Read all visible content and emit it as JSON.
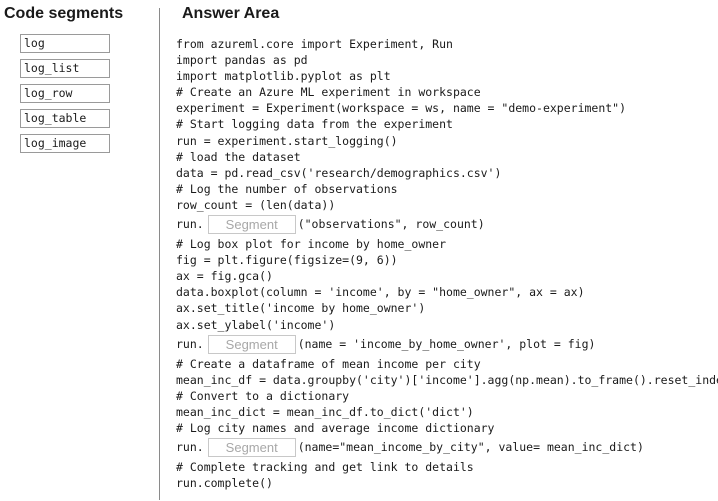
{
  "left_panel": {
    "heading": "Code segments",
    "segments": [
      "log",
      "log_list",
      "log_row",
      "log_table",
      "log_image"
    ]
  },
  "right_panel": {
    "heading": "Answer Area",
    "slot_placeholder": "Segment",
    "lines": [
      "from azureml.core import Experiment, Run",
      "import pandas as pd",
      "import matplotlib.pyplot as plt",
      "# Create an Azure ML experiment in workspace",
      "experiment = Experiment(workspace = ws, name = \"demo-experiment\")",
      "# Start logging data from the experiment",
      "run = experiment.start_logging()",
      "# load the dataset",
      "data = pd.read_csv('research/demographics.csv')",
      "# Log the number of observations",
      "row_count = (len(data))",
      "run.",
      "(\"observations\", row_count)",
      "# Log box plot for income by home_owner",
      "fig = plt.figure(figsize=(9, 6))",
      "ax = fig.gca()",
      "data.boxplot(column = 'income', by = \"home_owner\", ax = ax)",
      "ax.set_title('income by home_owner')",
      "ax.set_ylabel('income')",
      "run.",
      "(name = 'income_by_home_owner', plot = fig)",
      "# Create a dataframe of mean income per city",
      "mean_inc_df = data.groupby('city')['income'].agg(np.mean).to_frame().reset_index()",
      "# Convert to a dictionary",
      "mean_inc_dict = mean_inc_df.to_dict('dict')",
      "# Log city names and average income dictionary",
      "run.",
      "(name=\"mean_income_by_city\", value= mean_inc_dict)",
      "# Complete tracking and get link to details",
      "run.complete()"
    ]
  }
}
